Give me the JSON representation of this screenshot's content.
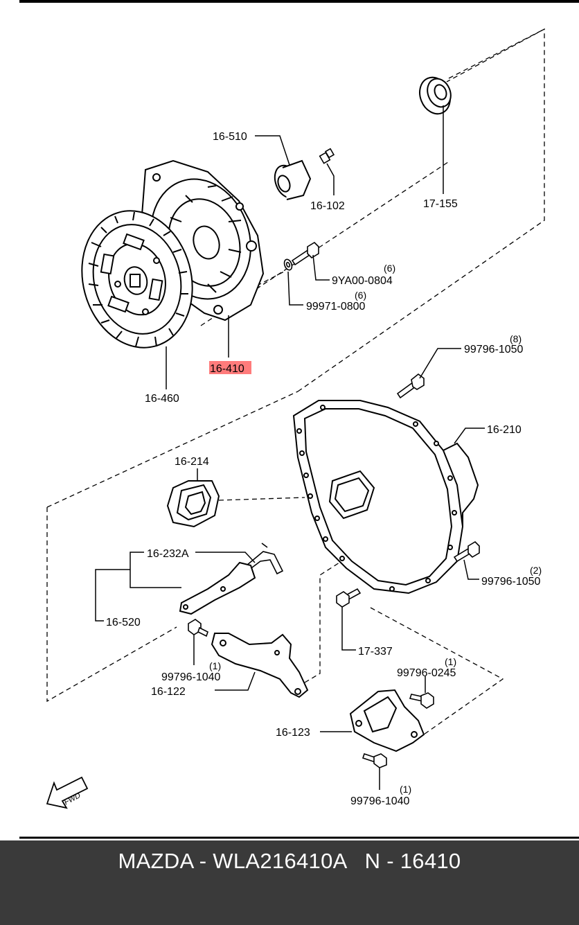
{
  "colors": {
    "footer_bg": "#3a3a3a",
    "footer_text": "#ffffff",
    "highlight": "#ff7b7b",
    "line": "#000000"
  },
  "labels": {
    "p16_510": "16-510",
    "p16_102": "16-102",
    "p17_155": "17-155",
    "p9ya00_0804": "9YA00-0804",
    "q9ya00_0804": "(6)",
    "p99971_0800": "99971-0800",
    "q99971_0800": "(6)",
    "p16_410": "16-410",
    "p16_460": "16-460",
    "p99796_1050_a": "99796-1050",
    "q99796_1050_a": "(8)",
    "p16_210": "16-210",
    "p16_214": "16-214",
    "p16_232a": "16-232A",
    "p16_520": "16-520",
    "p99796_1050_b": "99796-1050",
    "q99796_1050_b": "(2)",
    "p17_337": "17-337",
    "p99796_1040_a": "99796-1040",
    "q99796_1040_a": "(1)",
    "p16_122": "16-122",
    "p99796_0245": "99796-0245",
    "q99796_0245": "(1)",
    "p16_123": "16-123",
    "p99796_1040_b": "99796-1040",
    "q99796_1040_b": "(1)",
    "fwd": "FWD"
  },
  "footer": {
    "text": "MAZDA - WLA216410A   N - 16410"
  }
}
